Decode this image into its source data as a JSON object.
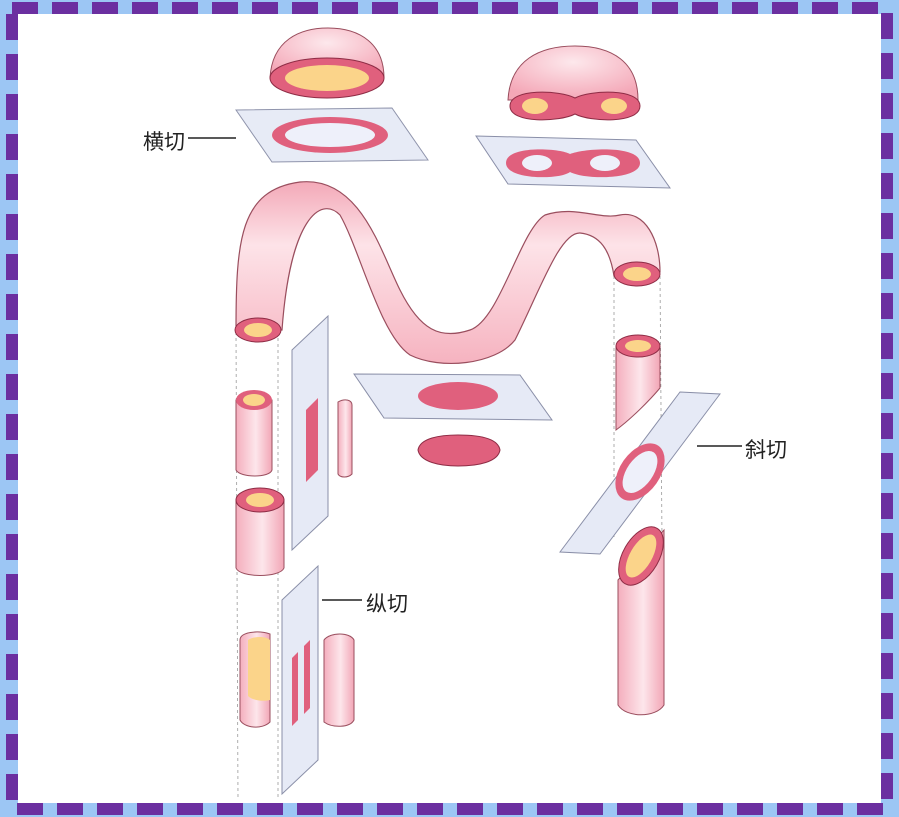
{
  "labels": {
    "transverse": "横切",
    "oblique": "斜切",
    "longitudinal": "纵切"
  },
  "colors": {
    "border_dash": "#6b2fa0",
    "border_background": "#9cc6f4",
    "tube_fill": "#f9c6cf",
    "tube_wall": "#e0607d",
    "lumen": "#fbd48a",
    "slide": "#e6eaf6"
  }
}
